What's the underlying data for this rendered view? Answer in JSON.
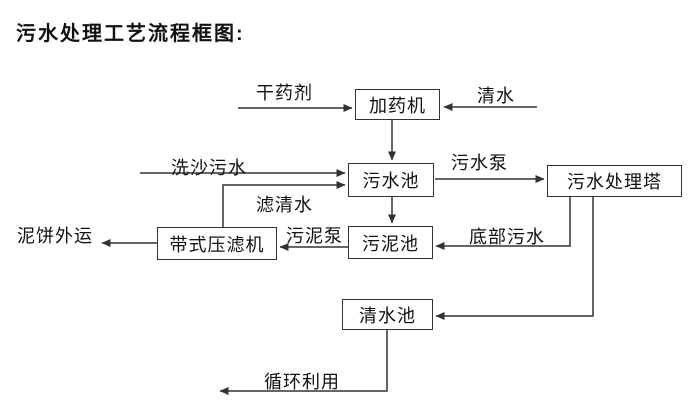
{
  "title": "污水处理工艺流程框图:",
  "colors": {
    "ink": "#333333",
    "paper": "#ffffff"
  },
  "nodes": [
    {
      "id": "dosing-machine",
      "label": "加药机"
    },
    {
      "id": "sewage-pool",
      "label": "污水池"
    },
    {
      "id": "treatment-tower",
      "label": "污水处理塔"
    },
    {
      "id": "sludge-pool",
      "label": "污泥池"
    },
    {
      "id": "belt-filter-press",
      "label": "带式压滤机"
    },
    {
      "id": "clean-water-pool",
      "label": "清水池"
    }
  ],
  "edge_labels": [
    {
      "id": "dry-chemical",
      "label": "干药剂"
    },
    {
      "id": "clean-water",
      "label": "清水"
    },
    {
      "id": "sand-washing",
      "label": "洗沙污水"
    },
    {
      "id": "filtered-water",
      "label": "滤清水"
    },
    {
      "id": "sewage-pump",
      "label": "污水泵"
    },
    {
      "id": "sludge-pump",
      "label": "污泥泵"
    },
    {
      "id": "mud-cake-out",
      "label": "泥饼外运"
    },
    {
      "id": "bottom-sewage",
      "label": "底部污水"
    },
    {
      "id": "recycle-reuse",
      "label": "循环利用"
    }
  ]
}
